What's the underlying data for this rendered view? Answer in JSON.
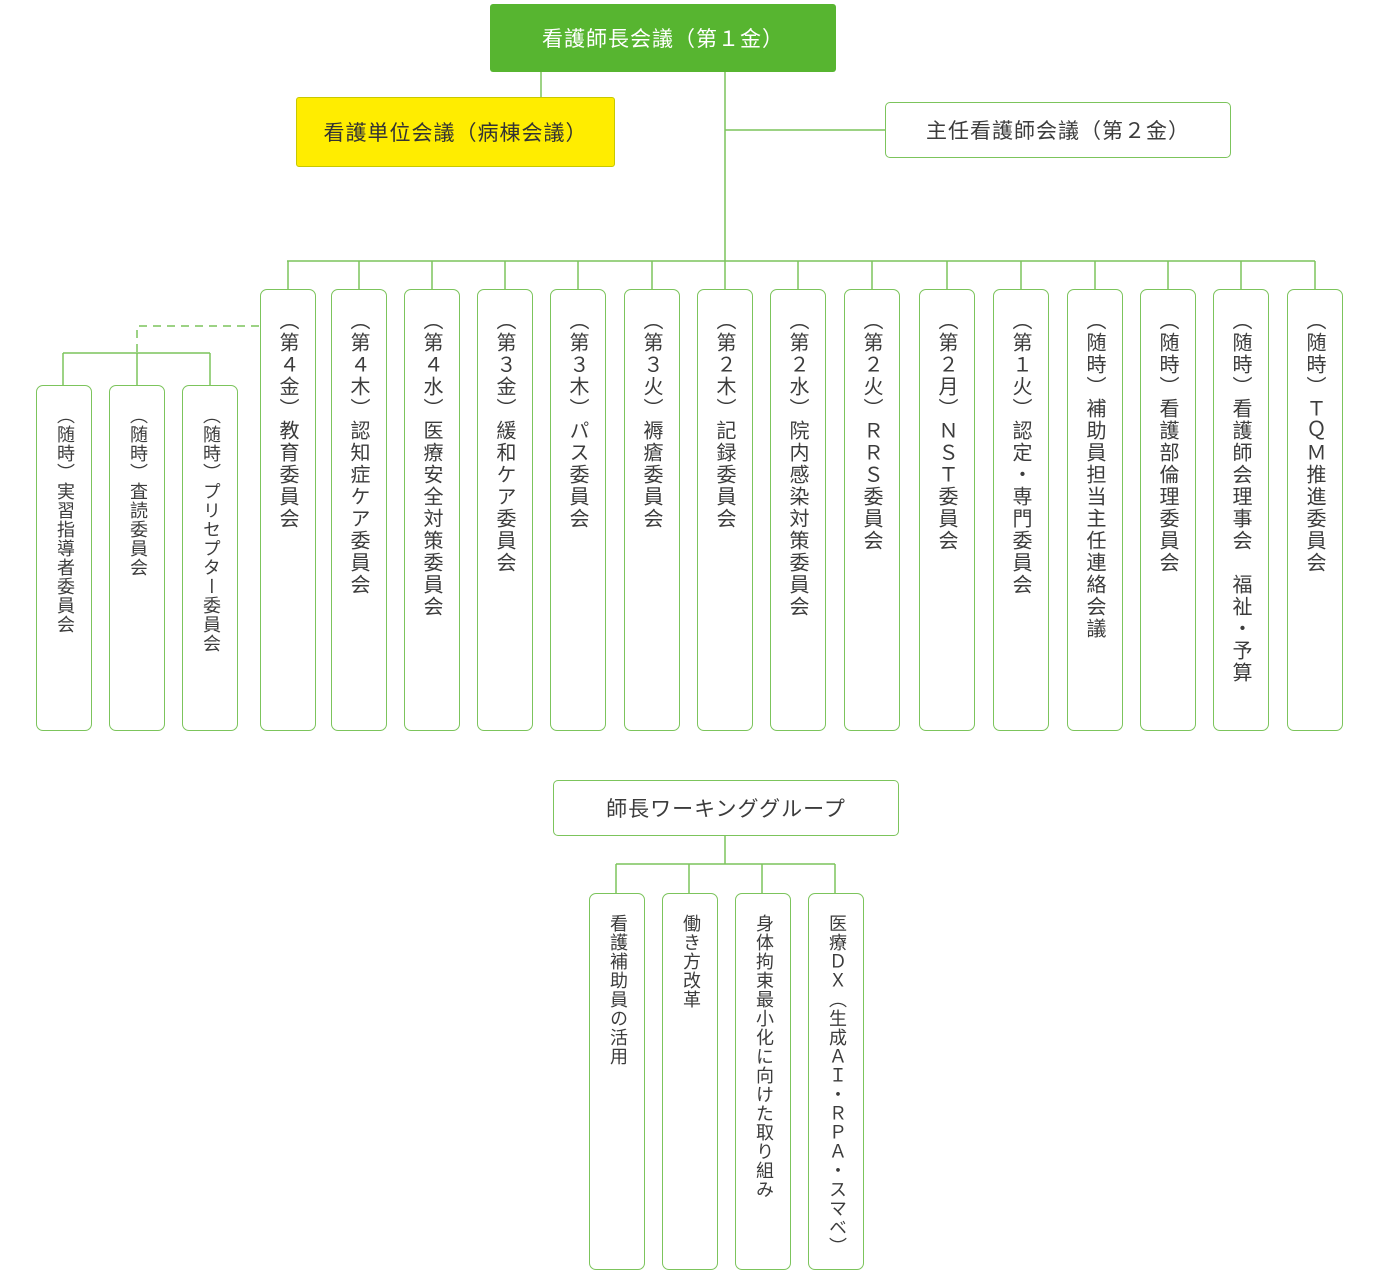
{
  "top": {
    "label": "看護師長会議（第１金）"
  },
  "unit_meeting": {
    "label": "看護単位会議（病棟会議）"
  },
  "chief_meeting": {
    "label": "主任看護師会議（第２金）"
  },
  "committees": [
    {
      "schedule": "（第４金）",
      "name": "教育委員会"
    },
    {
      "schedule": "（第４木）",
      "name": "認知症ケア委員会"
    },
    {
      "schedule": "（第４水）",
      "name": "医療安全対策委員会"
    },
    {
      "schedule": "（第３金）",
      "name": "緩和ケア委員会"
    },
    {
      "schedule": "（第３木）",
      "name": "パス委員会"
    },
    {
      "schedule": "（第３火）",
      "name": "褥瘡委員会"
    },
    {
      "schedule": "（第２木）",
      "name": "記録委員会"
    },
    {
      "schedule": "（第２水）",
      "name": "院内感染対策委員会"
    },
    {
      "schedule": "（第２火）",
      "name": "ＲＲＳ委員会"
    },
    {
      "schedule": "（第２月）",
      "name": "ＮＳＴ委員会"
    },
    {
      "schedule": "（第１火）",
      "name": "認定・専門委員会"
    },
    {
      "schedule": "（随時）",
      "name": "補助員担当主任連絡会議"
    },
    {
      "schedule": "（随時）",
      "name": "看護部倫理委員会"
    },
    {
      "schedule": "（随時）",
      "name": "看護師会理事会　福祉・予算"
    },
    {
      "schedule": "（随時）",
      "name": "ＴＱＭ推進委員会"
    }
  ],
  "sub_committees": [
    {
      "schedule": "（随時）",
      "name": "実習指導者委員会"
    },
    {
      "schedule": "（随時）",
      "name": "査読委員会"
    },
    {
      "schedule": "（随時）",
      "name": "プリセプター委員会"
    }
  ],
  "working_group": {
    "label": "師長ワーキンググループ",
    "items": [
      {
        "name": "看護補助員の活用"
      },
      {
        "name": "働き方改革"
      },
      {
        "name": "身体拘束最小化に向けた取り組み"
      },
      {
        "name": "医療ＤＸ（生成ＡＩ・ＲＰＡ・スマベ）"
      }
    ]
  },
  "colors": {
    "top_fill": "#57b530",
    "unit_fill": "#ffed00",
    "line": "#7cc45c",
    "text": "#3c3c3c"
  }
}
